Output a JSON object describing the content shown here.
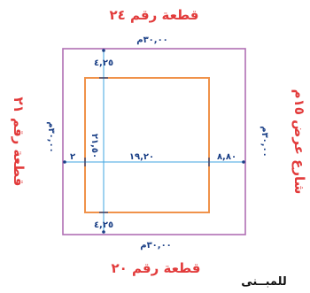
{
  "lot_labels": {
    "top": "قطعة رقم ٢٤",
    "bottom": "قطعة رقم ٢٠",
    "left": "قطعة رقم ٢١",
    "right": "شارع عرض ١٥م"
  },
  "dimensions": {
    "outer_top": "٣٠,٠٠م",
    "outer_bottom": "٣٠,٠٠م",
    "outer_left": "٣٠,٠٠م",
    "outer_right": "٣٠,٠٠م",
    "setback_top": "٤,٢٥",
    "setback_bottom": "٤,٢٥",
    "setback_left": "٢",
    "setback_right": "٨,٨٠",
    "building_width": "١٩,٢٠",
    "building_depth": "٢١,٥٠"
  },
  "caption": "للمبــنى",
  "colors": {
    "plot_outline": "#b06fb4",
    "building_outline": "#f0924a",
    "dimension_line": "#3fa4e0",
    "lot_label": "#e23b3b"
  }
}
